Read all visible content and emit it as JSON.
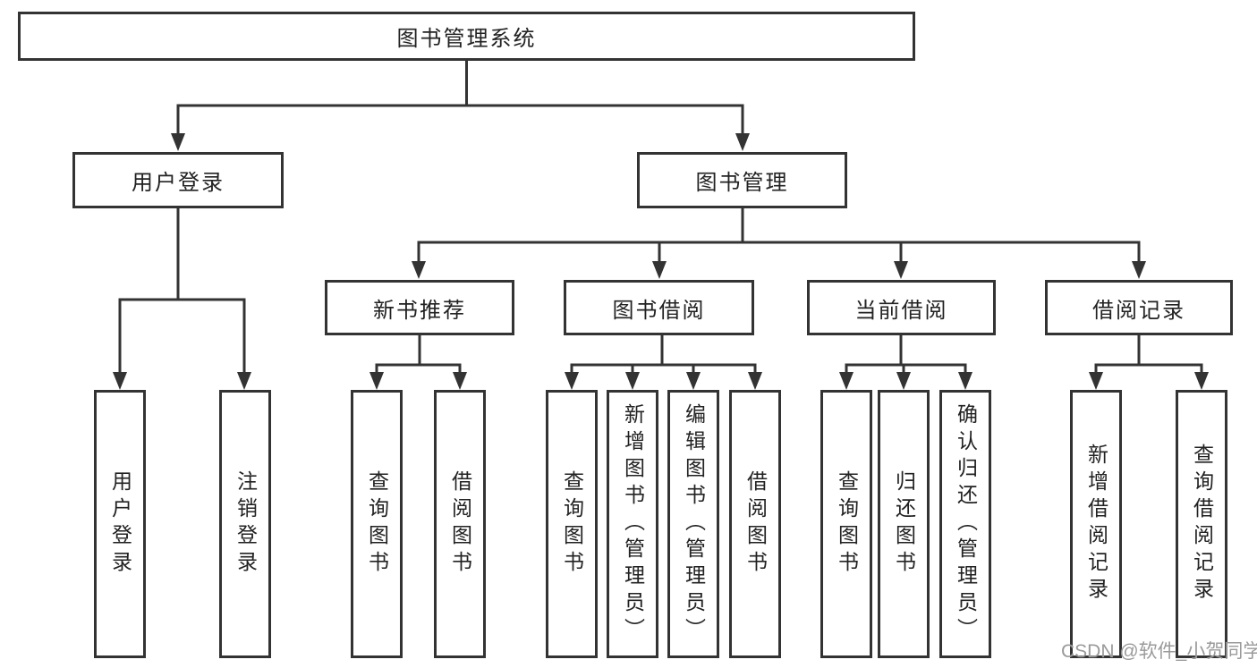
{
  "diagram": {
    "root": {
      "label": "图书管理系统"
    },
    "branches": [
      {
        "label": "用户登录",
        "children": [
          {
            "label": "用户登录"
          },
          {
            "label": "注销登录"
          }
        ]
      },
      {
        "label": "图书管理",
        "children": [
          {
            "label": "新书推荐",
            "children": [
              {
                "label": "查询图书"
              },
              {
                "label": "借阅图书"
              }
            ]
          },
          {
            "label": "图书借阅",
            "children": [
              {
                "label": "查询图书"
              },
              {
                "label": "新增图书（管理员）"
              },
              {
                "label": "编辑图书（管理员）"
              },
              {
                "label": "借阅图书"
              }
            ]
          },
          {
            "label": "当前借阅",
            "children": [
              {
                "label": "查询图书"
              },
              {
                "label": "归还图书"
              },
              {
                "label": "确认归还（管理员）"
              }
            ]
          },
          {
            "label": "借阅记录",
            "children": [
              {
                "label": "新增借阅记录"
              },
              {
                "label": "查询借阅记录"
              }
            ]
          }
        ]
      }
    ]
  },
  "watermark": "CSDN @软件_小贺同学",
  "colors": {
    "line": "#333333",
    "text": "#222222",
    "watermark": "#9a9a9a",
    "background": "#ffffff"
  }
}
